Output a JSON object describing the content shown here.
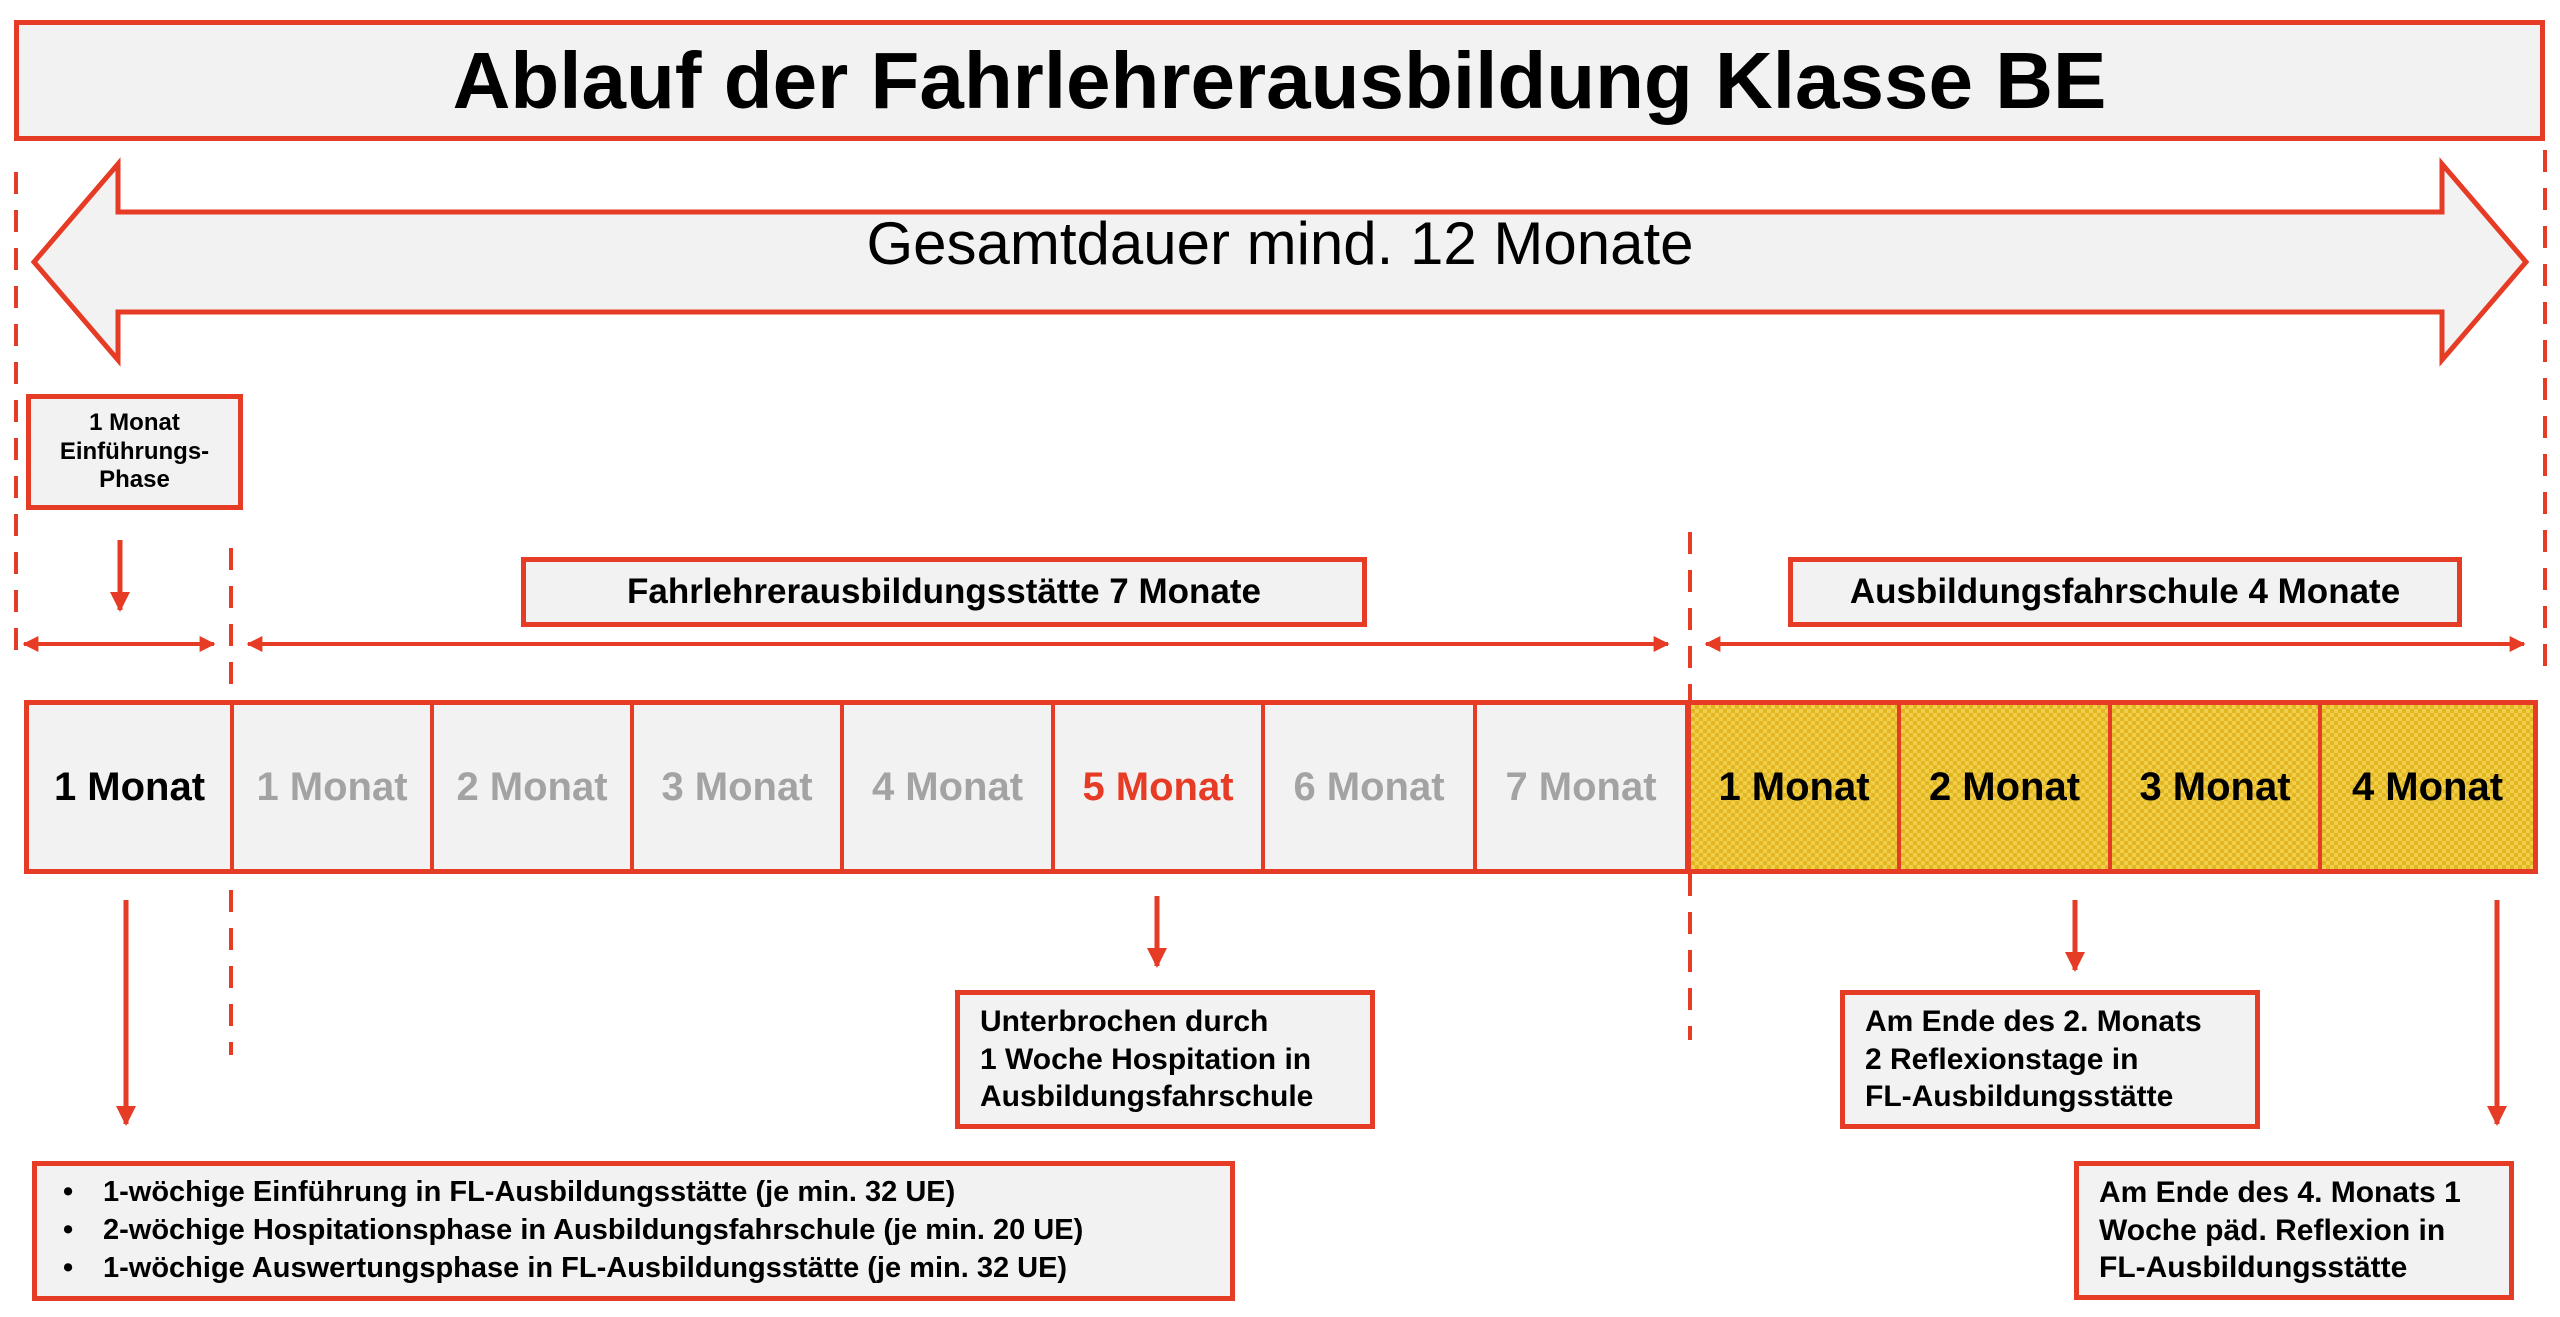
{
  "title": "Ablauf der Fahrlehrerausbildung Klasse BE",
  "duration_arrow": {
    "label": "Gesamtdauer mind. 12 Monate"
  },
  "intro_phase": {
    "lines": [
      "1 Monat",
      "Einführungs-",
      "Phase"
    ]
  },
  "phases": {
    "fahrlehrerausbildungsstaette": "Fahrlehrerausbildungsstätte 7 Monate",
    "ausbildungsfahrschule": "Ausbildungsfahrschule 4 Monate"
  },
  "timeline": {
    "cells": [
      {
        "label": "1 Monat",
        "style": "black"
      },
      {
        "label": "1 Monat",
        "style": "grey"
      },
      {
        "label": "2 Monat",
        "style": "grey"
      },
      {
        "label": "3 Monat",
        "style": "grey"
      },
      {
        "label": "4 Monat",
        "style": "grey"
      },
      {
        "label": "5 Monat",
        "style": "red"
      },
      {
        "label": "6 Monat",
        "style": "grey"
      },
      {
        "label": "7 Monat",
        "style": "grey"
      },
      {
        "label": "1 Monat",
        "style": "yellow"
      },
      {
        "label": "2 Monat",
        "style": "yellow"
      },
      {
        "label": "3 Monat",
        "style": "yellow"
      },
      {
        "label": "4 Monat",
        "style": "yellow"
      }
    ]
  },
  "notes": {
    "hospitation": [
      "Unterbrochen durch",
      "1 Woche Hospitation in",
      "Ausbildungsfahrschule"
    ],
    "reflexion": [
      "Am Ende des 2. Monats",
      "2 Reflexionstage in",
      "FL-Ausbildungsstätte"
    ],
    "paedagogisch": [
      "Am Ende des 4. Monats 1",
      "Woche päd. Reflexion in",
      "FL-Ausbildungsstätte"
    ]
  },
  "intro_details": [
    "1-wöchige Einführung in FL-Ausbildungsstätte (je min. 32 UE)",
    "2-wöchige Hospitationsphase in Ausbildungsfahrschule (je min. 20 UE)",
    "1-wöchige Auswertungsphase in FL-Ausbildungsstätte (je min. 32 UE)"
  ],
  "colors": {
    "accent": "#e63b25",
    "box_fill": "#f3f2f2",
    "muted_text": "#a3a3a3",
    "highlight_fill": "#f0d04a"
  }
}
